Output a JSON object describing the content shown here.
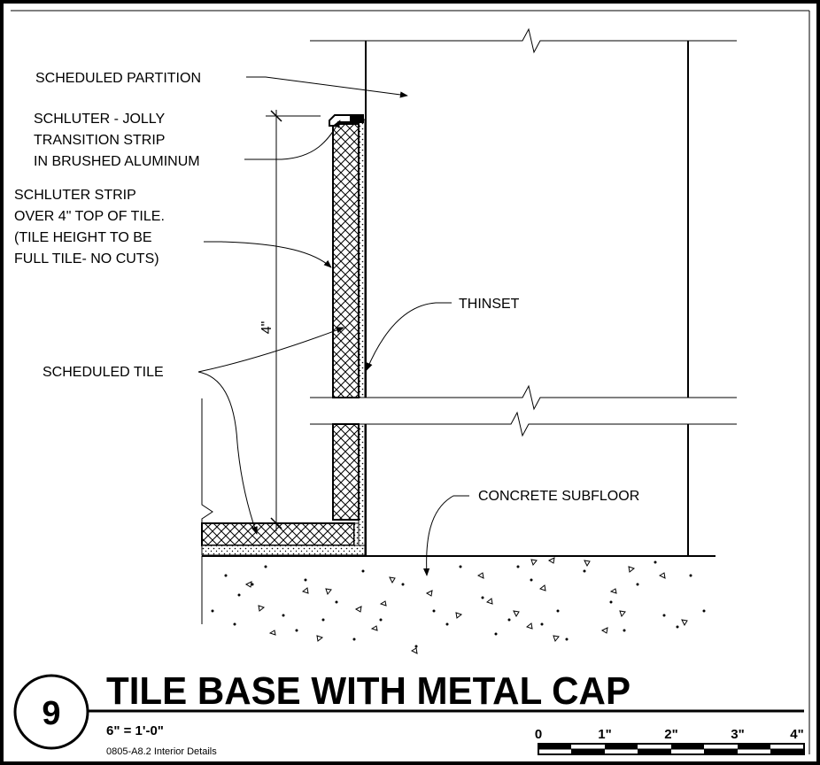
{
  "detail": {
    "number": "9",
    "title": "TILE BASE WITH METAL CAP",
    "scale": "6\" = 1'-0\"",
    "sheet_ref": "0805-A8.2 Interior Details"
  },
  "labels": {
    "scheduled_partition": "SCHEDULED PARTITION",
    "jolly_1": "SCHLUTER - JOLLY",
    "jolly_2": "TRANSITION STRIP",
    "jolly_3": "IN BRUSHED ALUMINUM",
    "strip_1": "SCHLUTER STRIP",
    "strip_2": "OVER 4\" TOP OF TILE.",
    "strip_3": "(TILE HEIGHT TO BE",
    "strip_4": "FULL TILE- NO CUTS)",
    "thinset": "THINSET",
    "scheduled_tile": "SCHEDULED TILE",
    "concrete_subfloor": "CONCRETE SUBFLOOR",
    "dimension": "4\""
  },
  "scale_bar": {
    "ticks": [
      "0",
      "1\"",
      "2\"",
      "3\"",
      "4\""
    ]
  }
}
